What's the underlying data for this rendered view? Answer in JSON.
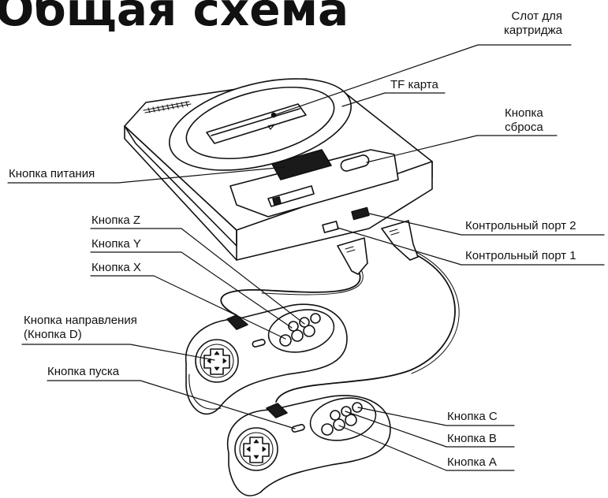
{
  "title": "Общая схема",
  "labels": {
    "cartridge_slot": [
      "Слот для",
      "картриджа"
    ],
    "tf_card": "TF карта",
    "reset_button": [
      "Кнопка",
      "сброса"
    ],
    "power_button": "Кнопка питания",
    "button_z": "Кнопка Z",
    "button_y": "Кнопка Y",
    "button_x": "Кнопка X",
    "control_port_2": "Контрольный порт 2",
    "control_port_1": "Контрольный порт 1",
    "direction_button": [
      "Кнопка направления",
      "(Кнопка D)"
    ],
    "start_button": "Кнопка пуска",
    "button_c": "Кнопка С",
    "button_b": "Кнопка В",
    "button_a": "Кнопка А"
  },
  "colors": {
    "line": "#111111",
    "fill": "#ffffff",
    "dark": "#1a1a1a",
    "gray": "#cfcfcf"
  }
}
